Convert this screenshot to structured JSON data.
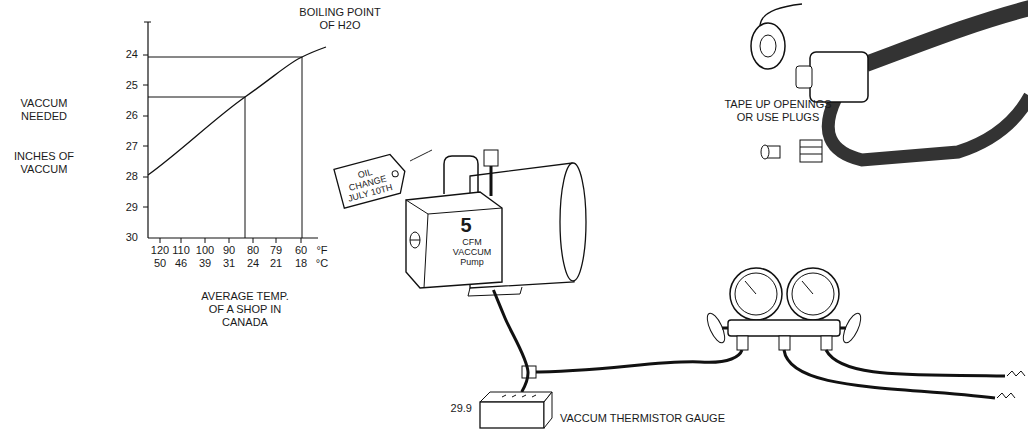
{
  "diagram": {
    "nodes": [
      {
        "text": [
          "OIL CHANGE JULY 10TH"
        ]
      },
      {
        "text": [
          "5",
          "CFM VACCUM Pump"
        ]
      },
      {
        "text": [
          "29.9",
          "VACCUM THERMISTOR GAUGE"
        ]
      }
    ],
    "edges": [
      {
        "from": 0,
        "to": 1,
        "arrow": "none"
      },
      {
        "from": 1,
        "to": 2,
        "arrow": "none"
      }
    ],
    "labels": [
      "BOILING POINT OF H2O",
      "VACCUM NEEDED",
      "INCHES OF VACCUM",
      "30",
      "29",
      "28",
      "27",
      "26",
      "25",
      "24",
      "120",
      "110",
      "100",
      "90",
      "80",
      "79",
      "60",
      "°F",
      "50",
      "46",
      "39",
      "31",
      "24",
      "21",
      "18",
      "°C",
      "AVERAGE TEMP. OF A SHOP IN CANADA",
      "TAPE UP OPENINGS OR USE PLUGS"
    ]
  }
}
